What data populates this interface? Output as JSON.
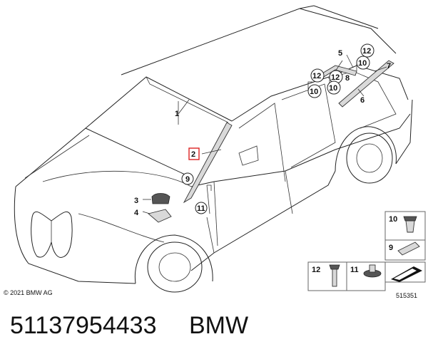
{
  "diagram": {
    "callouts": [
      "1",
      "2",
      "3",
      "4",
      "5",
      "6",
      "7",
      "8",
      "9",
      "10",
      "11",
      "12"
    ],
    "copyright": "© 2021 BMW AG",
    "figure_number": "515351"
  },
  "caption": {
    "part_number": "51137954433",
    "brand": "BMW"
  }
}
